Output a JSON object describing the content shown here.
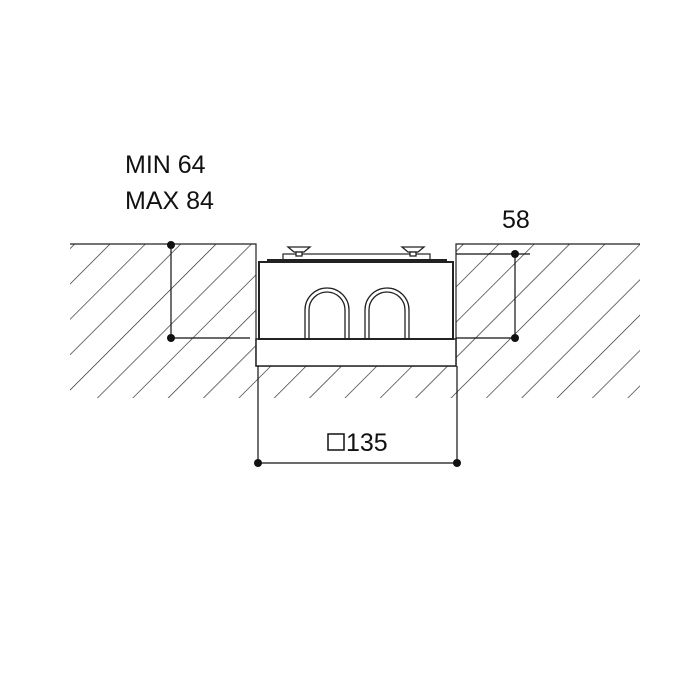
{
  "labels": {
    "min_depth": "MIN 64",
    "max_depth": "MAX 84",
    "height": "58",
    "width_symbol": "□",
    "width": "135"
  },
  "colors": {
    "line": "#111111",
    "background": "#ffffff"
  }
}
